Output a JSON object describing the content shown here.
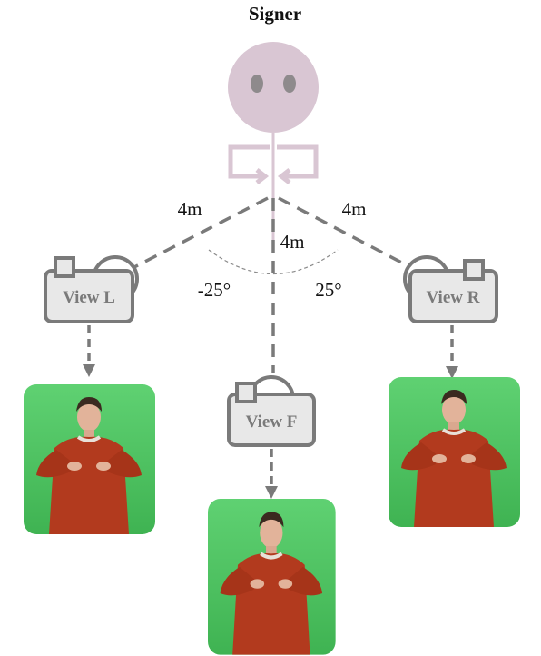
{
  "title": "Signer",
  "distances": {
    "left": "4m",
    "front": "4m",
    "right": "4m"
  },
  "angles": {
    "left": "-25°",
    "right": "25°"
  },
  "cameras": {
    "left": "View L",
    "front": "View F",
    "right": "View R"
  },
  "colors": {
    "signer": "#d9c6d3",
    "signer_eyes": "#8e8a8c",
    "camera_stroke": "#7a7a7a",
    "camera_fill": "#e8e8e8",
    "green_screen": "#4dc760",
    "sweater": "#b23a1e"
  },
  "icons": {
    "signer": "person-head-icon",
    "rotation": "rotation-arrows-icon",
    "camera": "camera-icon",
    "photo": "signer-photo"
  }
}
